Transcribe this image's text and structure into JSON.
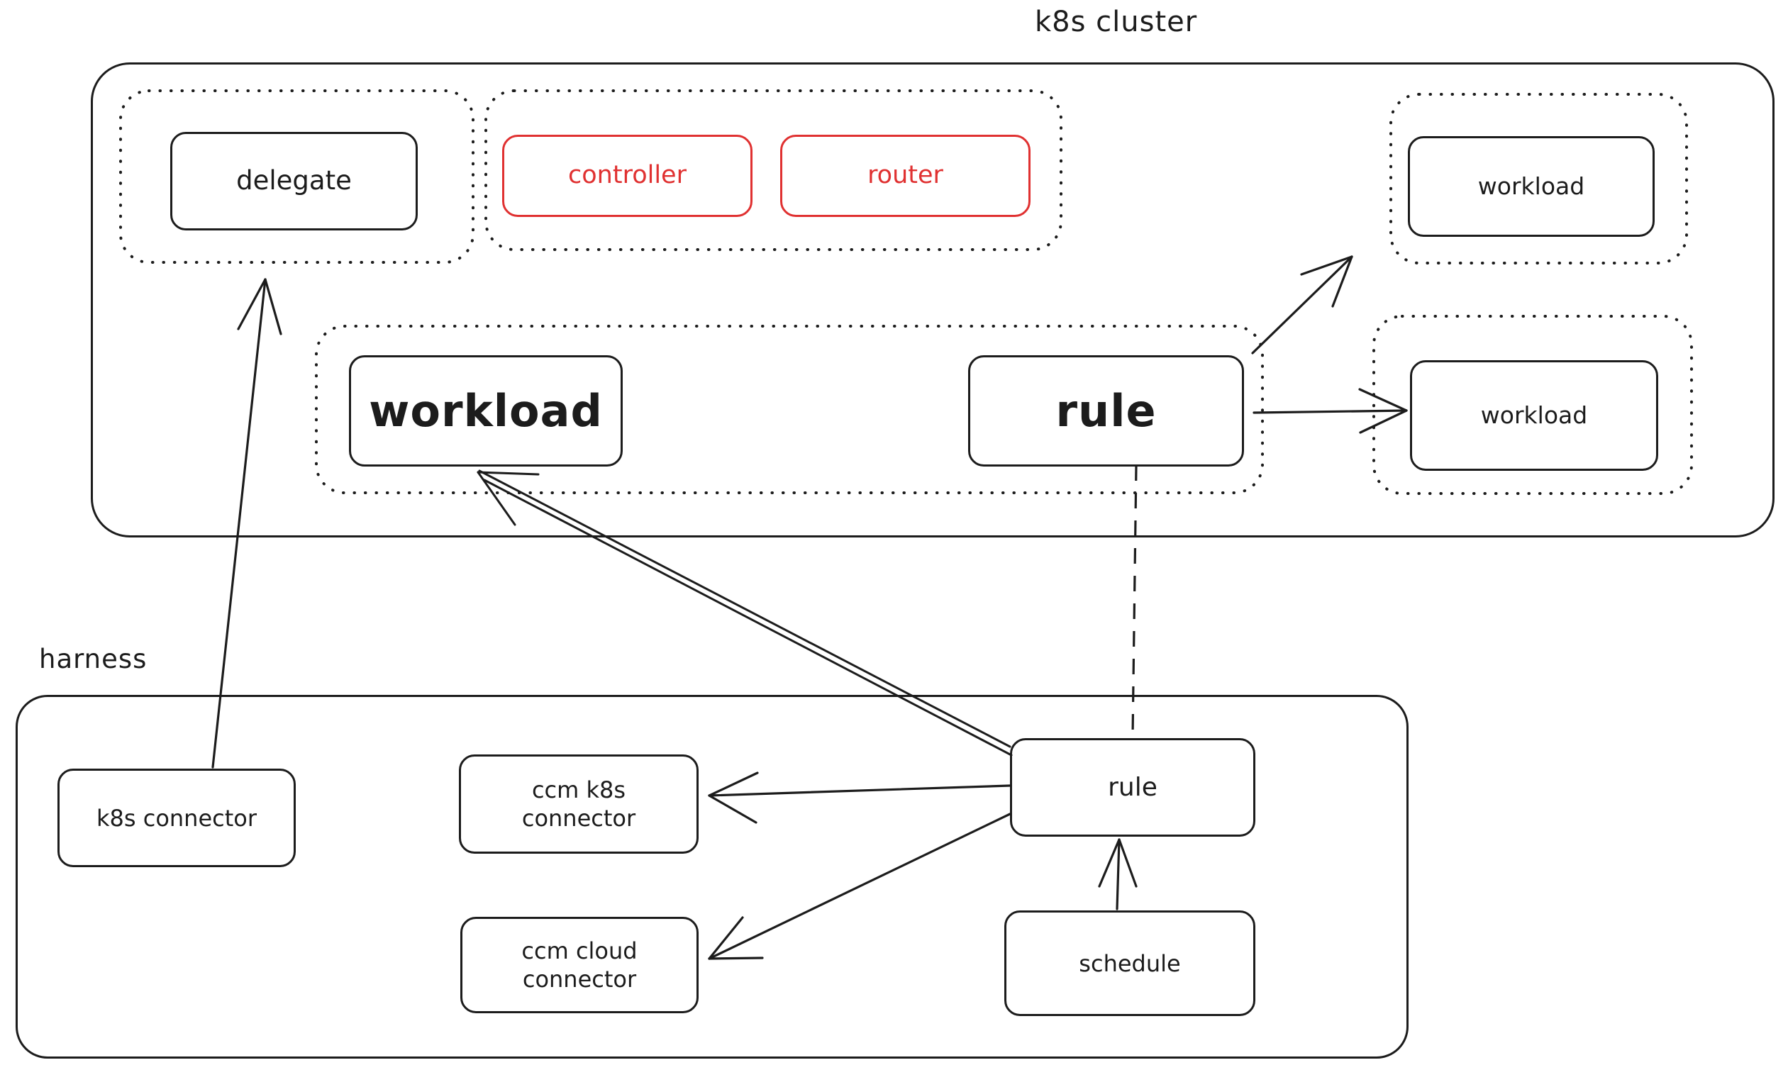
{
  "canvas": {
    "background": "#ffffff",
    "ink_color": "#1c1c1c",
    "accent_red": "#e03131"
  },
  "groups": {
    "k8s_cluster": {
      "label": "k8s cluster"
    },
    "harness": {
      "label": "harness"
    }
  },
  "nodes": {
    "delegate": {
      "label": "delegate",
      "color": "black"
    },
    "controller": {
      "label": "controller",
      "color": "red"
    },
    "router": {
      "label": "router",
      "color": "red"
    },
    "workload_top": {
      "label": "workload",
      "color": "black"
    },
    "workload_mid": {
      "label": "workload",
      "color": "black"
    },
    "rule_k8s": {
      "label": "rule",
      "color": "black"
    },
    "workload_right": {
      "label": "workload",
      "color": "black"
    },
    "k8s_connector": {
      "label": "k8s connector",
      "color": "black"
    },
    "ccm_k8s_connector": {
      "label": "ccm k8s connector",
      "color": "black"
    },
    "ccm_cloud_connector": {
      "label": "ccm cloud connector",
      "color": "black"
    },
    "rule_harness": {
      "label": "rule",
      "color": "black"
    },
    "schedule": {
      "label": "schedule",
      "color": "black"
    }
  },
  "edges": [
    {
      "from": "k8s_connector",
      "to": "delegate",
      "style": "solid",
      "arrowhead": true
    },
    {
      "from": "rule_harness",
      "to": "workload_mid",
      "style": "double-line",
      "arrowhead": true
    },
    {
      "from": "rule_harness",
      "to": "ccm_k8s_connector",
      "style": "solid",
      "arrowhead": true
    },
    {
      "from": "rule_harness",
      "to": "ccm_cloud_connector",
      "style": "solid",
      "arrowhead": true
    },
    {
      "from": "schedule",
      "to": "rule_harness",
      "style": "solid",
      "arrowhead": true
    },
    {
      "from": "rule_k8s",
      "to": "rule_harness",
      "style": "dashed",
      "arrowhead": false
    },
    {
      "from": "rule_k8s",
      "to": "workload_right",
      "style": "solid",
      "arrowhead": true
    },
    {
      "from": "rule_k8s",
      "to": "workload_top",
      "style": "solid",
      "arrowhead": true
    }
  ]
}
